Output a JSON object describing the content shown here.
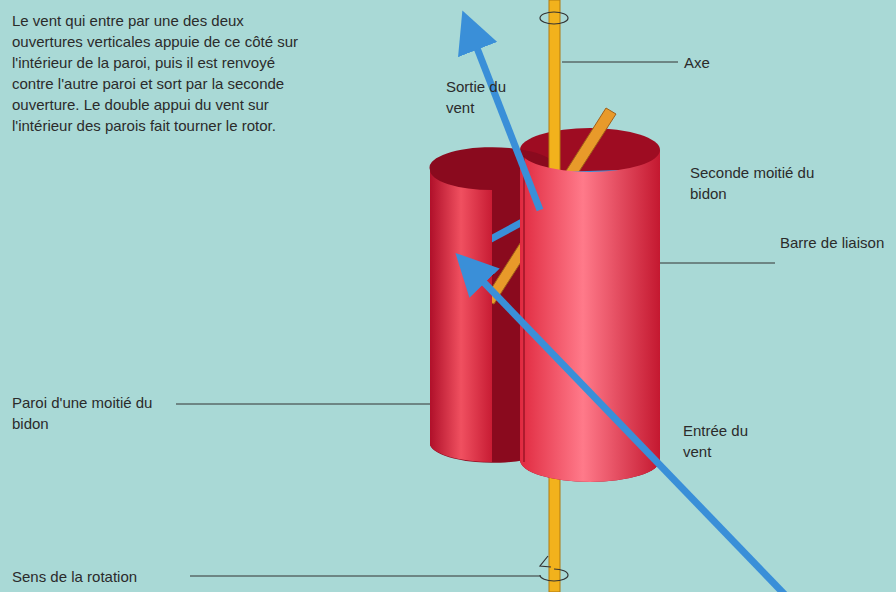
{
  "diagram": {
    "labels": [
      "Le vent qui entre par une des deux ouvertures verticales appuie de ce côté sur l'intérieur de la paroi, puis il est renvoyé contre l'autre paroi et sort par la seconde ouverture. Le double appui du vent sur l'intérieur des parois fait tourner le rotor.",
      "Sortie du vent",
      "Axe",
      "Seconde moitié du bidon",
      "Barre de liaison",
      "Paroi d'une moitié du bidon",
      "Entrée du vent",
      "Sens de la rotation"
    ]
  }
}
